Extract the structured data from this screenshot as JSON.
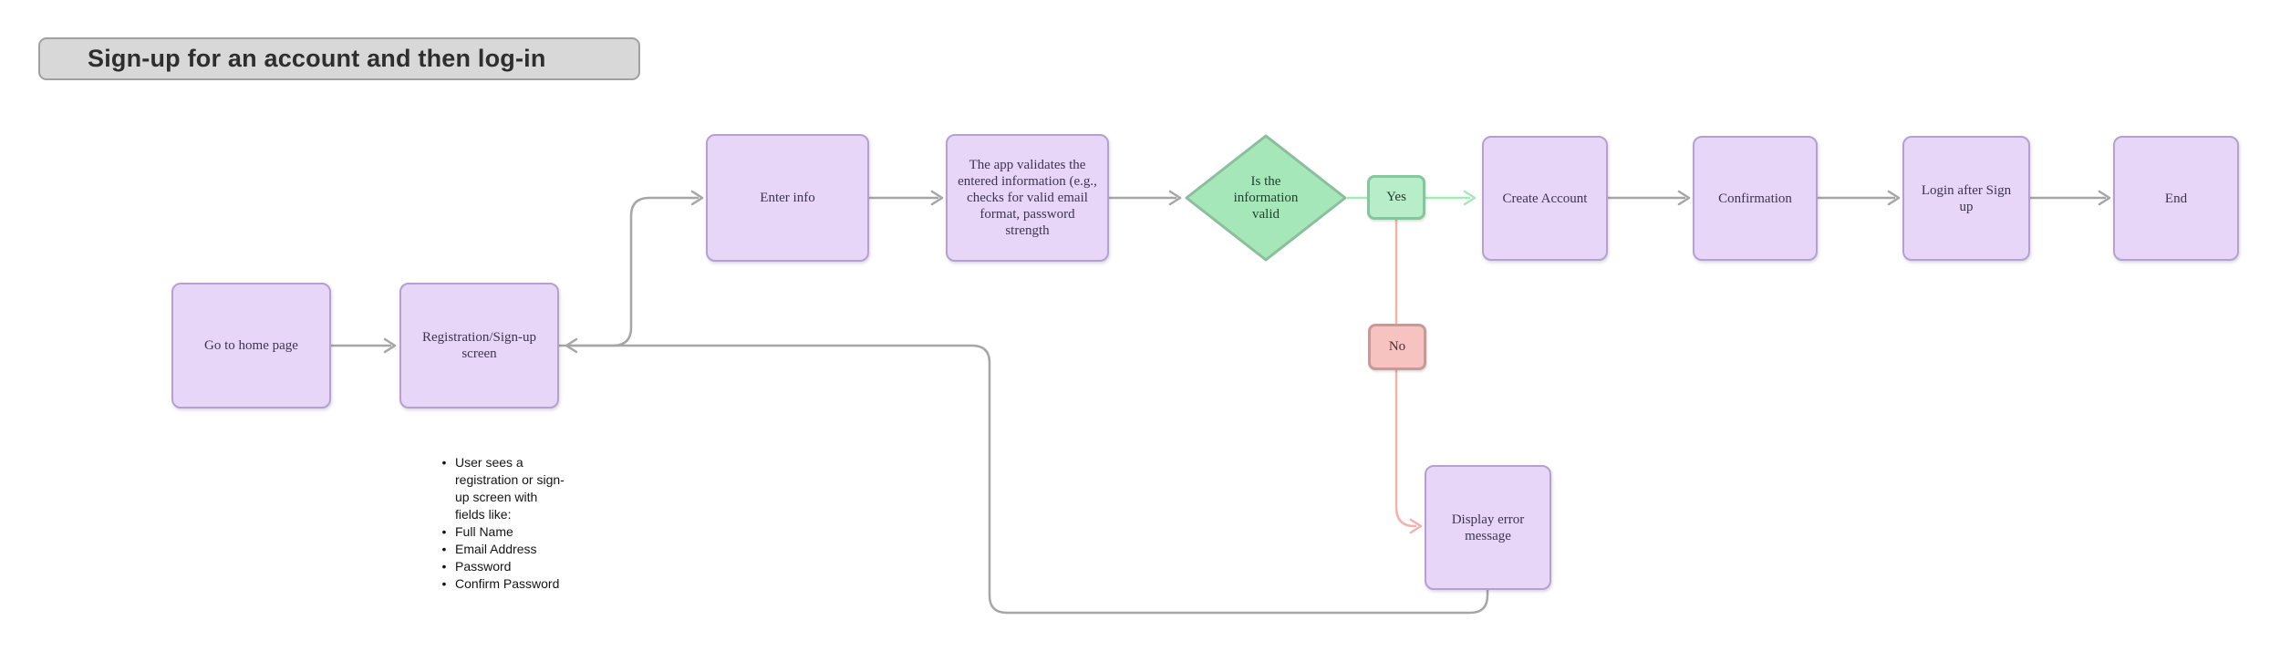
{
  "title": {
    "label": "Sign-up for an account and then log-in"
  },
  "nodes": {
    "go_home": {
      "label": "Go to home page",
      "type": "process"
    },
    "registration": {
      "label": "Registration/Sign-up screen",
      "type": "process"
    },
    "enter_info": {
      "label": "Enter info",
      "type": "process"
    },
    "validate": {
      "label": "The app validates the entered information (e.g., checks for valid email format, password strength",
      "type": "process"
    },
    "decision": {
      "label": "Is the information valid",
      "type": "decision"
    },
    "yes": {
      "label": "Yes",
      "type": "branch-label"
    },
    "no": {
      "label": "No",
      "type": "branch-label"
    },
    "create_account": {
      "label": "Create Account",
      "type": "process"
    },
    "confirmation": {
      "label": "Confirmation",
      "type": "process"
    },
    "login_after": {
      "label": "Login after Sign up",
      "type": "process"
    },
    "end": {
      "label": "End",
      "type": "process"
    },
    "display_error": {
      "label": "Display error message",
      "type": "process"
    }
  },
  "edges": [
    {
      "from": "go_home",
      "to": "registration",
      "style": "gray"
    },
    {
      "from": "registration",
      "to": "enter_info",
      "style": "gray"
    },
    {
      "from": "enter_info",
      "to": "validate",
      "style": "gray"
    },
    {
      "from": "validate",
      "to": "decision",
      "style": "gray"
    },
    {
      "from": "decision",
      "to": "create_account",
      "label": "Yes",
      "style": "green"
    },
    {
      "from": "create_account",
      "to": "confirmation",
      "style": "gray"
    },
    {
      "from": "confirmation",
      "to": "login_after",
      "style": "gray"
    },
    {
      "from": "login_after",
      "to": "end",
      "style": "gray"
    },
    {
      "from": "decision",
      "to": "display_error",
      "label": "No",
      "style": "red"
    },
    {
      "from": "display_error",
      "to": "registration",
      "style": "gray"
    }
  ],
  "notes": {
    "items": [
      "User sees a registration or sign-up screen with fields like:",
      "Full Name",
      "Email Address",
      "Password",
      "Confirm Password"
    ]
  },
  "colors": {
    "node_fill": "#e7d6f7",
    "node_border": "#b4a1d1",
    "node_text": "#3e3450",
    "decision_fill": "#a5e7b8",
    "decision_border": "#8bbf9b",
    "decision_text": "#22402e",
    "yes_fill": "#b7edc8",
    "yes_border": "#84c79b",
    "no_fill": "#f6c3c1",
    "no_border": "#c79a98",
    "edge_gray": "#a6a6a6",
    "edge_green": "#a7e7ba",
    "edge_red": "#f3b1ab",
    "title_fill": "#d8d8d8",
    "title_border": "#a0a0a0",
    "title_text": "#2e2e2e",
    "canvas_bg": "#ffffff"
  }
}
